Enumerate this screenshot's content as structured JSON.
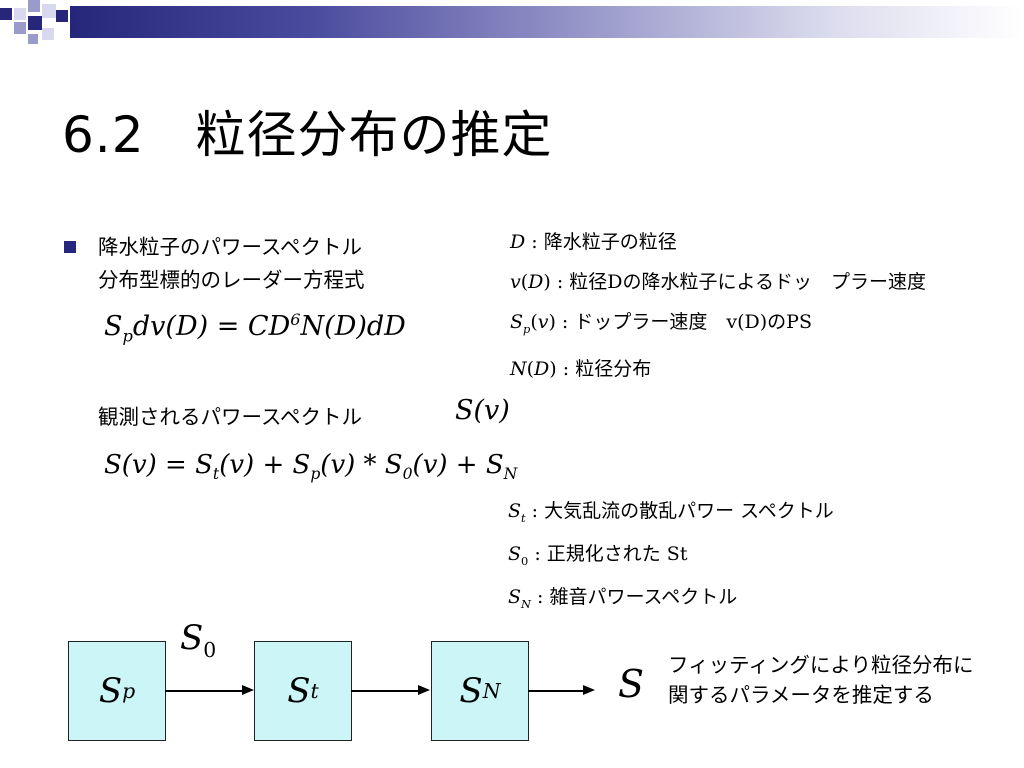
{
  "slide": {
    "title": "6.2　粒径分布の推定",
    "bullet": {
      "line1": "降水粒子のパワースペクトル",
      "line2": "分布型標的のレーダー方程式"
    },
    "observed_label": "観測されるパワースペクトル",
    "caption": {
      "line1": "フィッティングにより粒径分布に",
      "line2": "関するパラメータを推定する"
    }
  },
  "definitions_top": [
    {
      "sym": "D",
      "text": "降水粒子の粒径"
    },
    {
      "sym": "v(D)",
      "text": "粒径Dの降水粒子によるドッ　プラー速度"
    },
    {
      "sym": "Sp(v)",
      "text": "ドップラー速度　v(D)のPS"
    },
    {
      "sym": "N(D)",
      "text": "粒径分布"
    }
  ],
  "definitions_bottom": [
    {
      "sym": "St",
      "text": "大気乱流の散乱パワー スペクトル"
    },
    {
      "sym": "S0",
      "text": "正規化された St"
    },
    {
      "sym": "SN",
      "text": "雑音パワースペクトル"
    }
  ],
  "diagram": {
    "boxes": [
      "Sp",
      "St",
      "SN"
    ],
    "input_label": "S0",
    "output_label": "S",
    "box_color": "#ccf5f7"
  },
  "colors": {
    "accent": "#26267a",
    "bullet": "#26267a"
  }
}
